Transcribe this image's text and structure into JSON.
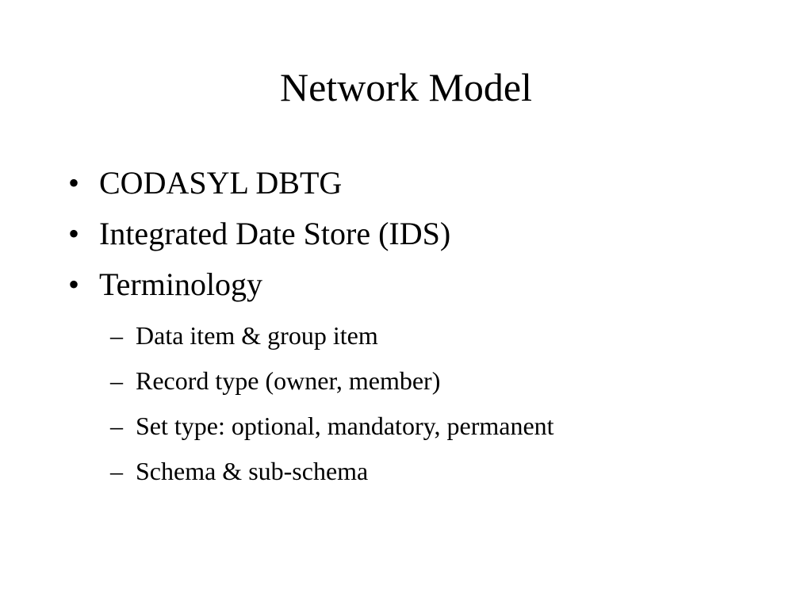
{
  "slide": {
    "title": "Network Model",
    "bullets": [
      {
        "marker": "•",
        "text": "CODASYL DBTG"
      },
      {
        "marker": "•",
        "text": "Integrated Date Store (IDS)"
      },
      {
        "marker": "•",
        "text": "Terminology"
      }
    ],
    "sub_bullets": [
      {
        "marker": "–",
        "text": "Data item & group item"
      },
      {
        "marker": "–",
        "text": "Record type (owner, member)"
      },
      {
        "marker": "–",
        "text": "Set type: optional, mandatory, permanent"
      },
      {
        "marker": "–",
        "text": "Schema & sub-schema"
      }
    ]
  }
}
